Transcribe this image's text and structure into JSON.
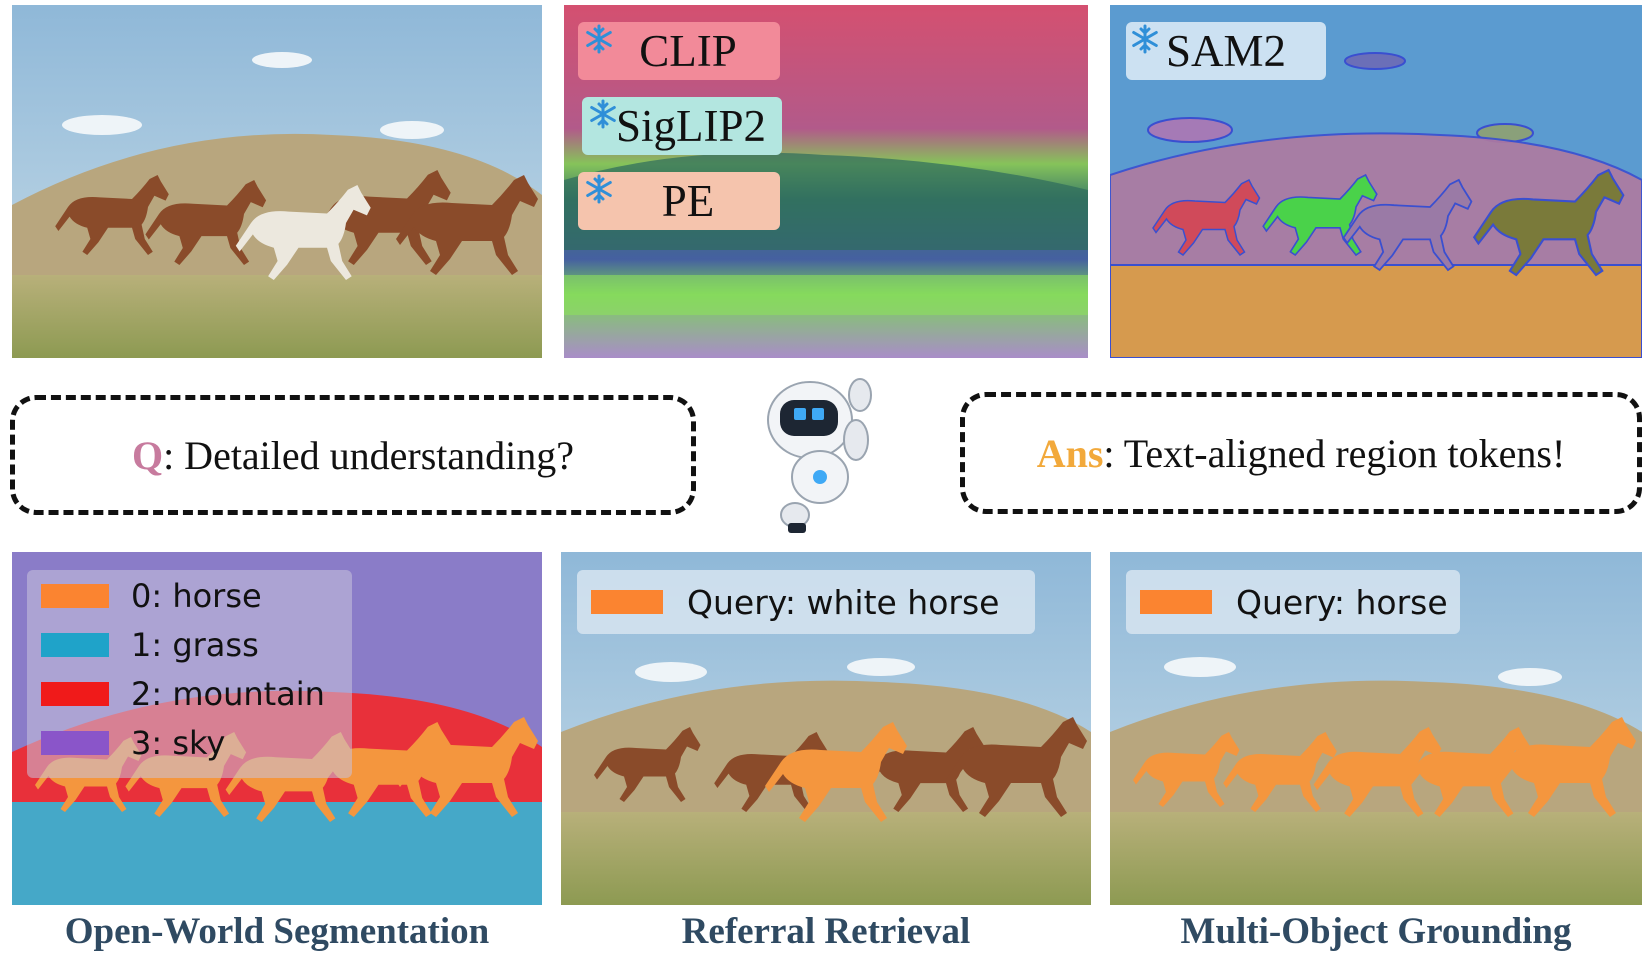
{
  "encoders": {
    "clip": "CLIP",
    "siglip": "SigLIP2",
    "pe": "PE",
    "sam": "SAM2"
  },
  "question": {
    "prefix": "Q",
    "text": ": Detailed understanding?"
  },
  "answer": {
    "prefix": "Ans",
    "text": ": Text-aligned region tokens!"
  },
  "legend": [
    {
      "label": "0: horse",
      "color": "#fb8430"
    },
    {
      "label": "1: grass",
      "color": "#1fa3c9"
    },
    {
      "label": "2: mountain",
      "color": "#f01a1a"
    },
    {
      "label": "3: sky",
      "color": "#8a55c9"
    }
  ],
  "queries": {
    "referral": "Query: white horse",
    "grounding": "Query: horse"
  },
  "captions": {
    "segmentation": "Open-World Segmentation",
    "referral": "Referral Retrieval",
    "grounding": "Multi-Object Grounding"
  },
  "colors": {
    "highlight": "#fb8430",
    "caption": "#2f4a62",
    "q": "#c77b9e",
    "ans": "#f2a93b"
  }
}
